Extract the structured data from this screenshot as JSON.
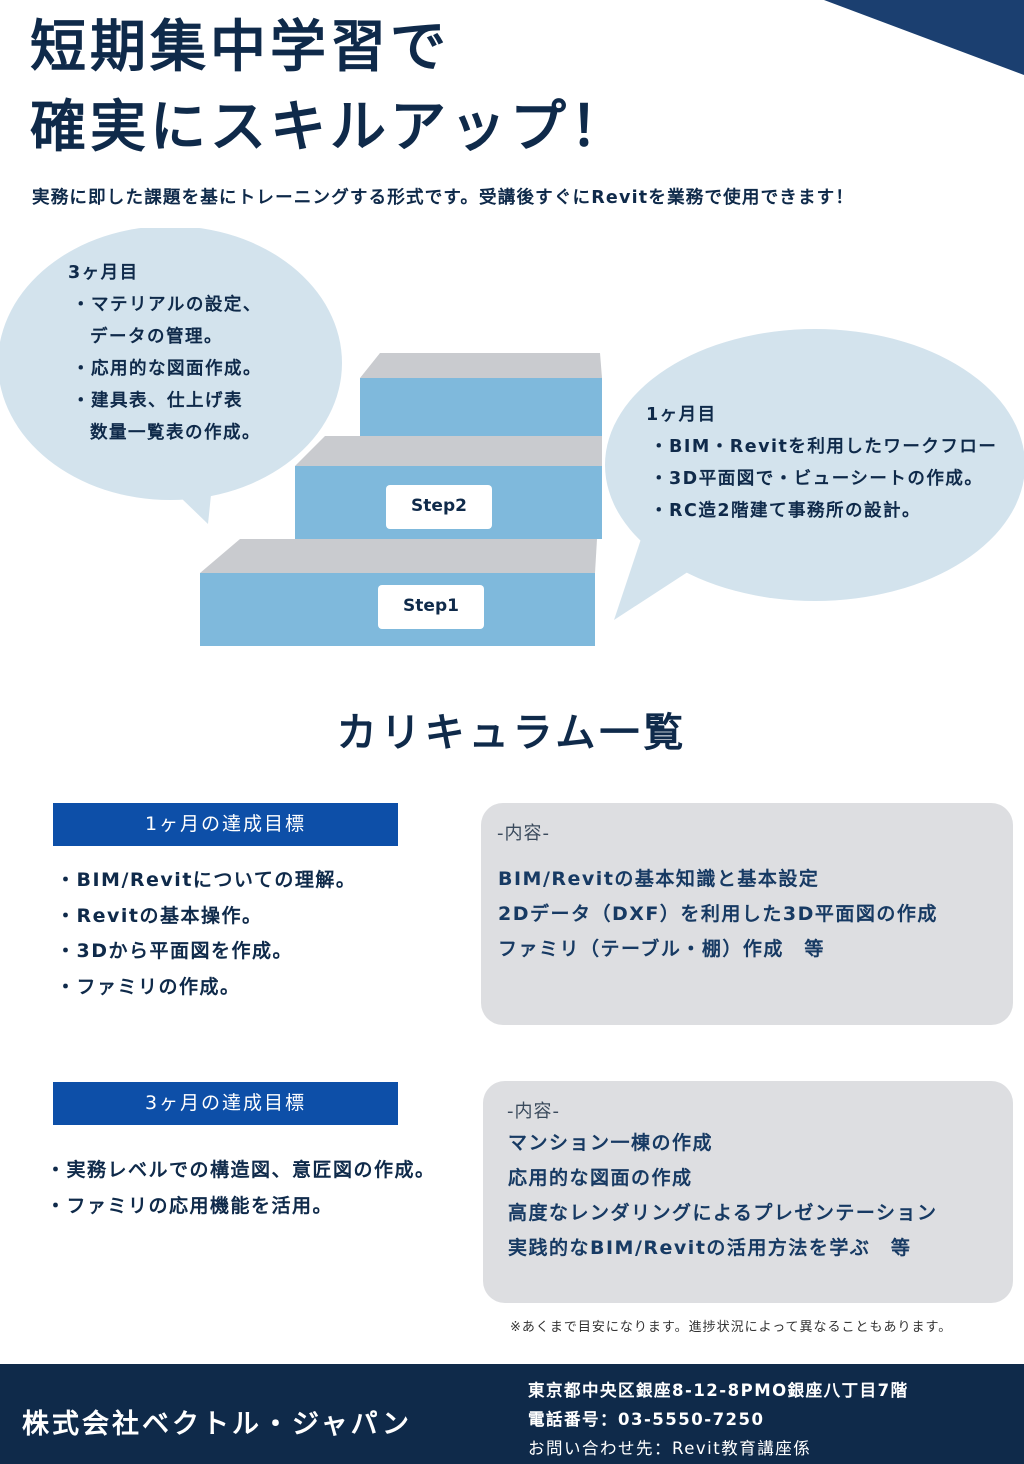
{
  "colors": {
    "navy": "#0f2a4a",
    "accent_blue": "#0d4fa8",
    "corner_blue": "#1b3f70",
    "bubble": "#d3e3ed",
    "step_face": "#7fb9dc",
    "step_top": "#c9cbcf",
    "content_box": "#dddee1"
  },
  "hero": {
    "title_line1": "短期集中学習で",
    "title_line2": "確実にスキルアップ！",
    "subtitle": "実務に即した課題を基にトレーニングする形式です。受講後すぐにRevitを業務で使用できます！"
  },
  "bubble_3m": {
    "heading": "3ヶ月目",
    "item1": "・マテリアルの設定、",
    "item1_cont": "データの管理。",
    "item2": "・応用的な図面作成。",
    "item3": "・建具表、仕上げ表",
    "item3_cont": "数量一覧表の作成。"
  },
  "bubble_1m": {
    "heading": "1ヶ月目",
    "item1": "・BIM・Revitを利用したワークフロー",
    "item2": "・3D平面図で・ビューシートの作成。",
    "item3": "・RC造2階建て事務所の設計。"
  },
  "stairs": {
    "step2": "Step2",
    "step1": "Step1"
  },
  "curriculum": {
    "title": "カリキュラム一覧",
    "goal_1m": {
      "label": "1ヶ月の達成目標",
      "items": [
        "・BIM/Revitについての理解。",
        "・Revitの基本操作。",
        "・3Dから平面図を作成。",
        "・ファミリの作成。"
      ]
    },
    "content_1m": {
      "label": "-内容-",
      "lines": [
        "BIM/Revitの基本知識と基本設定",
        "2Dデータ（DXF）を利用した3D平面図の作成",
        "ファミリ（テーブル・棚）作成　等"
      ]
    },
    "goal_3m": {
      "label": "3ヶ月の達成目標",
      "items": [
        "・実務レベルでの構造図、意匠図の作成。",
        "・ファミリの応用機能を活用。"
      ]
    },
    "content_3m": {
      "label": "-内容-",
      "lines": [
        "マンション一棟の作成",
        "応用的な図面の作成",
        "高度なレンダリングによるプレゼンテーション",
        "実践的なBIM/Revitの活用方法を学ぶ　等"
      ]
    },
    "note": "※あくまで目安になります。進捗状況によって異なることもあります。"
  },
  "footer": {
    "company": "株式会社ベクトル・ジャパン",
    "address": "東京都中央区銀座8-12-8PMO銀座八丁目7階",
    "phone": "電話番号：03-5550-7250",
    "contact": "お問い合わせ先：Revit教育講座係"
  }
}
